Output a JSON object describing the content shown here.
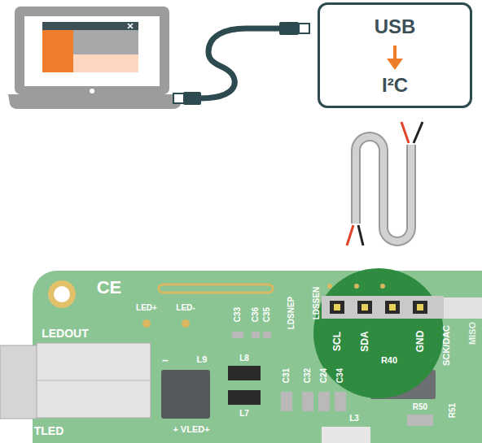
{
  "diagram": {
    "nodes": [
      {
        "text": [
          "USB",
          "I²C"
        ]
      }
    ],
    "labels": [
      "CE",
      "LED+",
      "LED-",
      "C33",
      "C36",
      "C35",
      "LDSNEP",
      "LDSSEN",
      "SCL",
      "SDA",
      "GND",
      "SCK/DAC",
      "MISO",
      "LEDOUT",
      "TLED",
      "L9",
      "L8",
      "L7",
      "C31",
      "C32",
      "C24",
      "C34",
      "R40",
      "R50",
      "R51",
      "L3",
      "+ VLED+",
      "–"
    ]
  }
}
